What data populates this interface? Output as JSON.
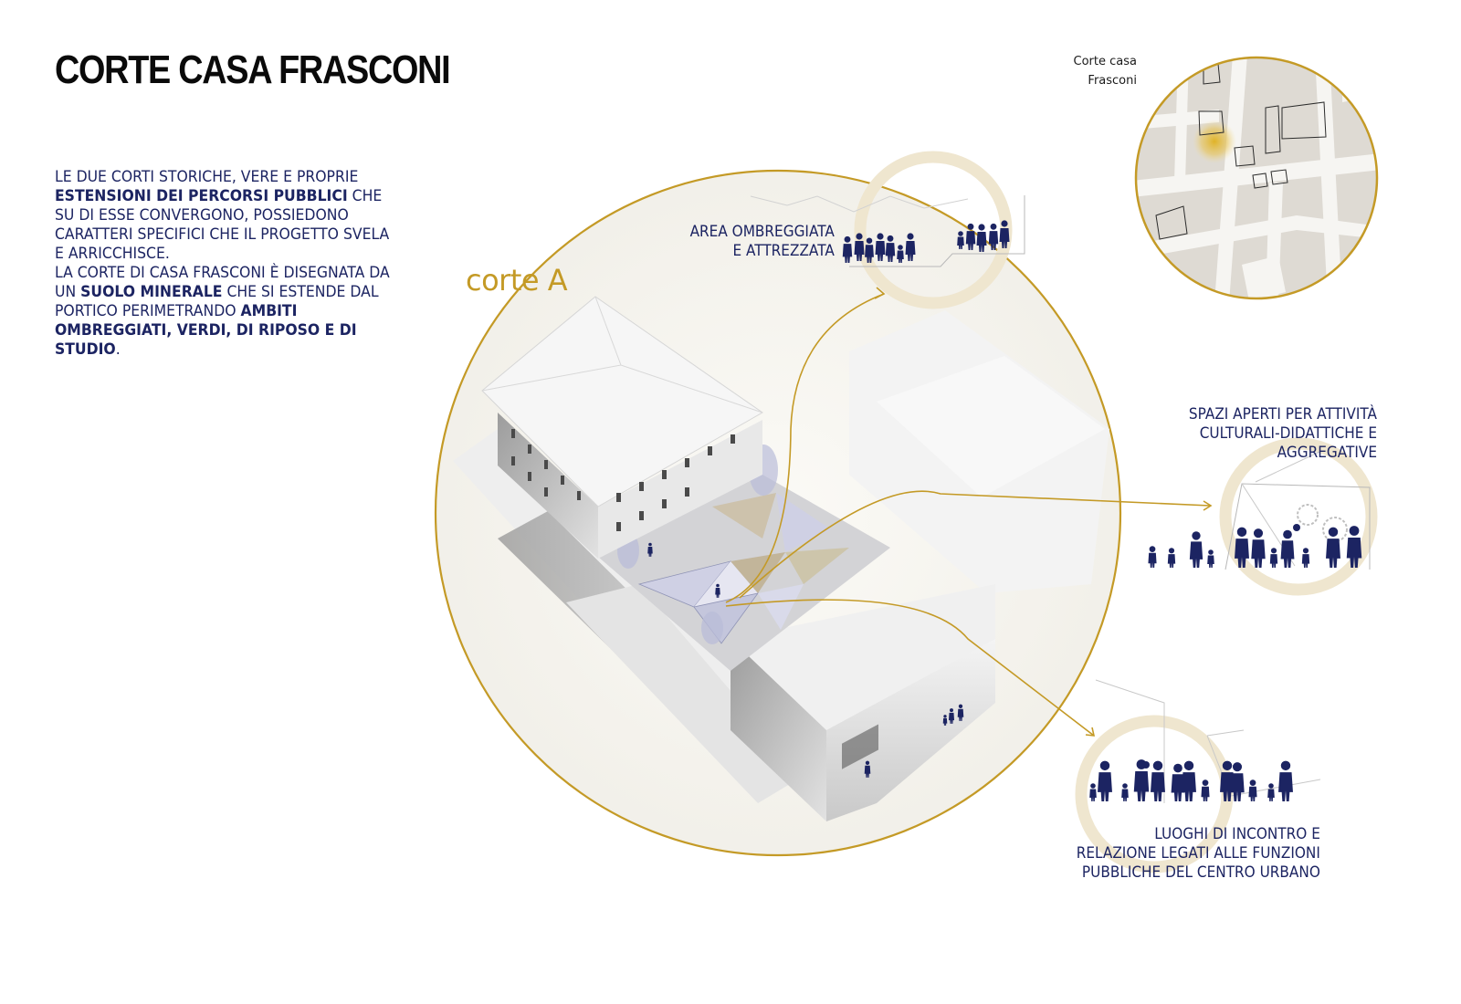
{
  "title": "CORTE CASA FRASCONI",
  "intro": {
    "p1_a": "LE DUE CORTI STORICHE, VERE E PROPRIE ",
    "p1_b": "ESTENSIONI DEI PERCORSI PUBBLICI",
    "p1_c": " CHE SU DI ESSE CONVERGONO, POSSIEDONO CARATTERI SPECIFICI CHE IL PROGETTO SVELA E ARRICCHISCE.",
    "p2_a": "LA CORTE DI CASA FRASCONI È DISEGNATA DA UN ",
    "p2_b": "SUOLO MINERALE",
    "p2_c": " CHE SI ESTENDE DAL PORTICO PERIMETRANDO ",
    "p2_d": "AMBITI OMBREGGIATI, VERDI, DI RIPOSO E DI STUDIO",
    "p2_e": "."
  },
  "corte_label": "corte A",
  "callouts": {
    "area": [
      "AREA OMBREGGIATA",
      "E ATTREZZATA"
    ],
    "spazi": [
      "SPAZI APERTI PER ATTIVITÀ",
      "CULTURALI-DIDATTICHE E",
      "AGGREGATIVE"
    ],
    "luoghi": [
      "LUOGHI DI INCONTRO E",
      "RELAZIONE LEGATI ALLE FUNZIONI",
      "PUBBLICHE DEL CENTRO URBANO"
    ]
  },
  "map_label": [
    "Corte casa",
    "Frasconi"
  ],
  "colors": {
    "gold": "#c49a26",
    "navy": "#1c2462",
    "pale_gold": "#efe6cf",
    "highlight": "#e0b11e"
  }
}
